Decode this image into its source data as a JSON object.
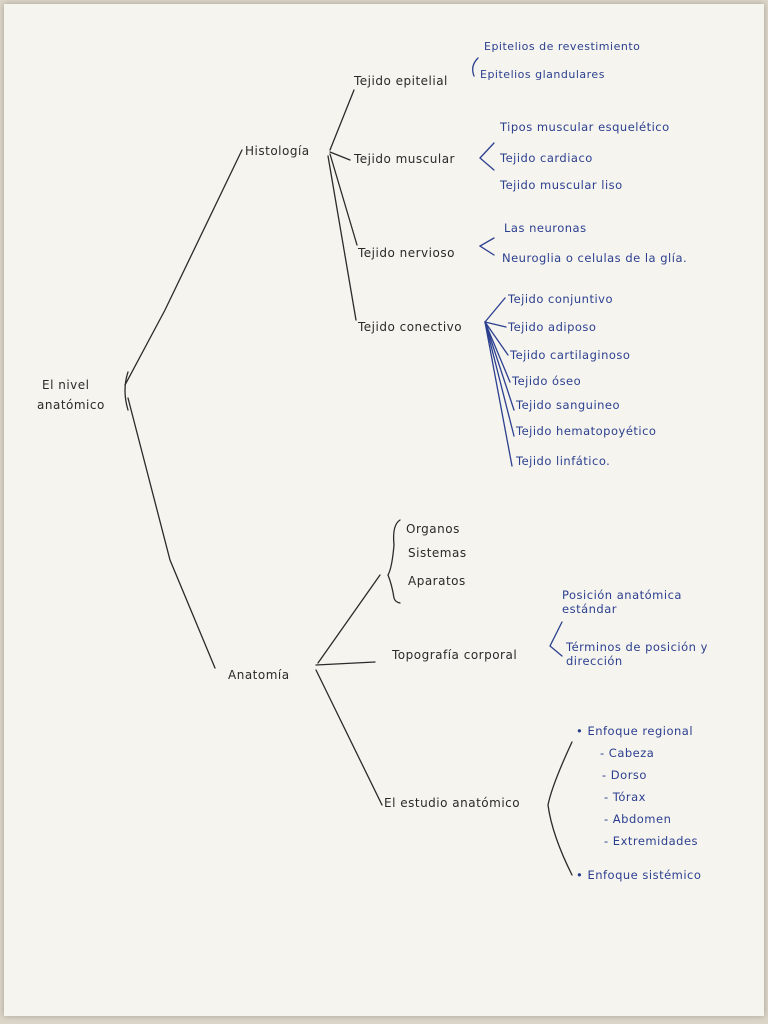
{
  "colors": {
    "paper": "#f6f4ef",
    "ink_black": "#2a2a2a",
    "ink_blue": "#2b3f8f"
  },
  "root": {
    "line1": "El nivel",
    "line2": "anatómico"
  },
  "histologia": {
    "label": "Histología",
    "epitelial": {
      "label": "Tejido epitelial",
      "items": [
        "Epitelios de revestimiento",
        "Epitelios glandulares"
      ]
    },
    "muscular": {
      "label": "Tejido muscular",
      "items": [
        "Tipos muscular esquelético",
        "Tejido cardiaco",
        "Tejido muscular liso"
      ]
    },
    "nervioso": {
      "label": "Tejido nervioso",
      "items": [
        "Las neuronas",
        "Neuroglia o celulas de la glía."
      ]
    },
    "conectivo": {
      "label": "Tejido conectivo",
      "items": [
        "Tejido conjuntivo",
        "Tejido adiposo",
        "Tejido cartilaginoso",
        "Tejido óseo",
        "Tejido sanguineo",
        "Tejido hematopoyético",
        "Tejido linfático."
      ]
    }
  },
  "anatomia": {
    "label": "Anatomía",
    "grupo": {
      "items": [
        "Organos",
        "Sistemas",
        "Aparatos"
      ]
    },
    "topografia": {
      "label": "Topografía corporal",
      "items": [
        "Posición anatómica estándar",
        "Términos de posición y dirección"
      ]
    },
    "estudio": {
      "label": "El estudio anatómico",
      "regional": "• Enfoque regional",
      "regional_items": [
        "- Cabeza",
        "- Dorso",
        "- Tórax",
        "- Abdomen",
        "- Extremidades"
      ],
      "sistemico": "• Enfoque sistémico"
    }
  }
}
